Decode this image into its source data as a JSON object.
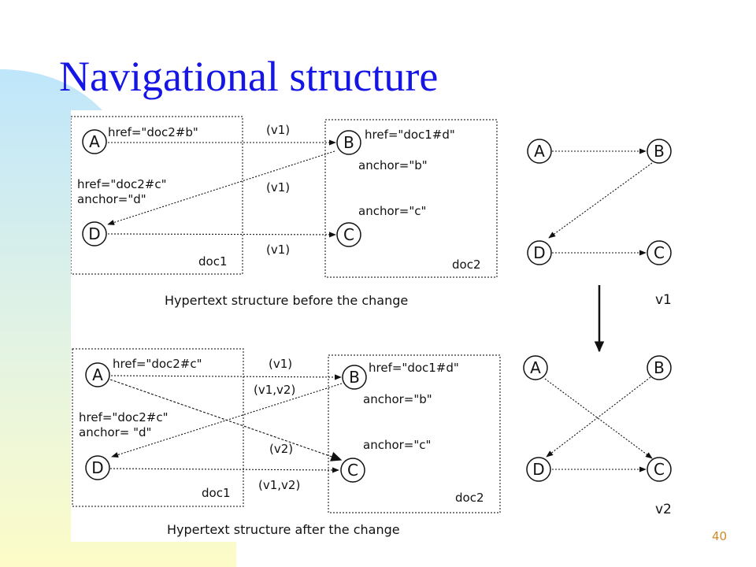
{
  "slide": {
    "title": "Navigational structure",
    "page_number": "40"
  },
  "colors": {
    "title": "#1515e6",
    "page_number": "#d08a2a",
    "gradient_blue": "#bfe6fb",
    "gradient_yellow": "#fdfcc8"
  },
  "diagram": {
    "before": {
      "caption": "Hypertext structure before the change",
      "doc1_label": "doc1",
      "doc2_label": "doc2",
      "nodes": {
        "a": "A",
        "b": "B",
        "c": "C",
        "d": "D"
      },
      "href_a": "href=\"doc2#b\"",
      "href_d": "href=\"doc2#c\"",
      "anchor_d": "anchor=\"d\"",
      "href_b": "href=\"doc1#d\"",
      "anchor_b": "anchor=\"b\"",
      "anchor_c": "anchor=\"c\"",
      "link_ab": "(v1)",
      "link_bd": "(v1)",
      "link_dc": "(v1)"
    },
    "after": {
      "caption": "Hypertext structure after the change",
      "doc1_label": "doc1",
      "doc2_label": "doc2",
      "nodes": {
        "a": "A",
        "b": "B",
        "c": "C",
        "d": "D"
      },
      "href_a": "href=\"doc2#c\"",
      "href_d": "href=\"doc2#c\"",
      "anchor_d": "anchor= \"d\"",
      "href_b": "href=\"doc1#d\"",
      "anchor_b": "anchor=\"b\"",
      "anchor_c": "anchor=\"c\"",
      "link_ab": "(v1)",
      "link_bd": "(v1,v2)",
      "link_ac": "(v2)",
      "link_dc": "(v1,v2)"
    },
    "graph_v1": {
      "label": "v1",
      "nodes": {
        "a": "A",
        "b": "B",
        "c": "C",
        "d": "D"
      }
    },
    "graph_v2": {
      "label": "v2",
      "nodes": {
        "a": "A",
        "b": "B",
        "c": "C",
        "d": "D"
      }
    }
  }
}
